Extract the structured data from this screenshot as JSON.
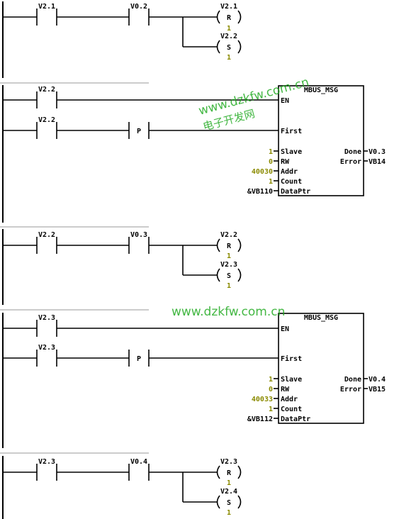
{
  "colors": {
    "param_value": "#8a8a00",
    "watermark": "#22aa22"
  },
  "watermarks": [
    {
      "text": "www.dzkfw.com.cn",
      "subtext": "电子开发网"
    },
    {
      "text": "www.dzkfw.com.cn"
    }
  ],
  "networks": [
    {
      "contact_a": "V2.1",
      "contact_b": "V0.2",
      "coil_reset": {
        "addr": "V2.1",
        "type": "R",
        "count": "1"
      },
      "coil_set": {
        "addr": "V2.2",
        "type": "S",
        "count": "1"
      }
    },
    {
      "block_title": "MBUS_MSG",
      "en_contact": "V2.2",
      "first_contact": "V2.2",
      "edge": "P",
      "pins": {
        "en": "EN",
        "first": "First",
        "slave": "Slave",
        "rw": "RW",
        "addr": "Addr",
        "count": "Count",
        "dataptr": "DataPtr",
        "done": "Done",
        "error": "Error"
      },
      "values": {
        "slave": "1",
        "rw": "0",
        "addr": "40030",
        "count": "1",
        "dataptr": "&VB110",
        "done": "V0.3",
        "error": "VB14"
      }
    },
    {
      "contact_a": "V2.2",
      "contact_b": "V0.3",
      "coil_reset": {
        "addr": "V2.2",
        "type": "R",
        "count": "1"
      },
      "coil_set": {
        "addr": "V2.3",
        "type": "S",
        "count": "1"
      }
    },
    {
      "block_title": "MBUS_MSG",
      "en_contact": "V2.3",
      "first_contact": "V2.3",
      "edge": "P",
      "pins": {
        "en": "EN",
        "first": "First",
        "slave": "Slave",
        "rw": "RW",
        "addr": "Addr",
        "count": "Count",
        "dataptr": "DataPtr",
        "done": "Done",
        "error": "Error"
      },
      "values": {
        "slave": "1",
        "rw": "0",
        "addr": "40033",
        "count": "1",
        "dataptr": "&VB112",
        "done": "V0.4",
        "error": "VB15"
      }
    },
    {
      "contact_a": "V2.3",
      "contact_b": "V0.4",
      "coil_reset": {
        "addr": "V2.3",
        "type": "R",
        "count": "1"
      },
      "coil_set": {
        "addr": "V2.4",
        "type": "S",
        "count": "1"
      }
    }
  ]
}
